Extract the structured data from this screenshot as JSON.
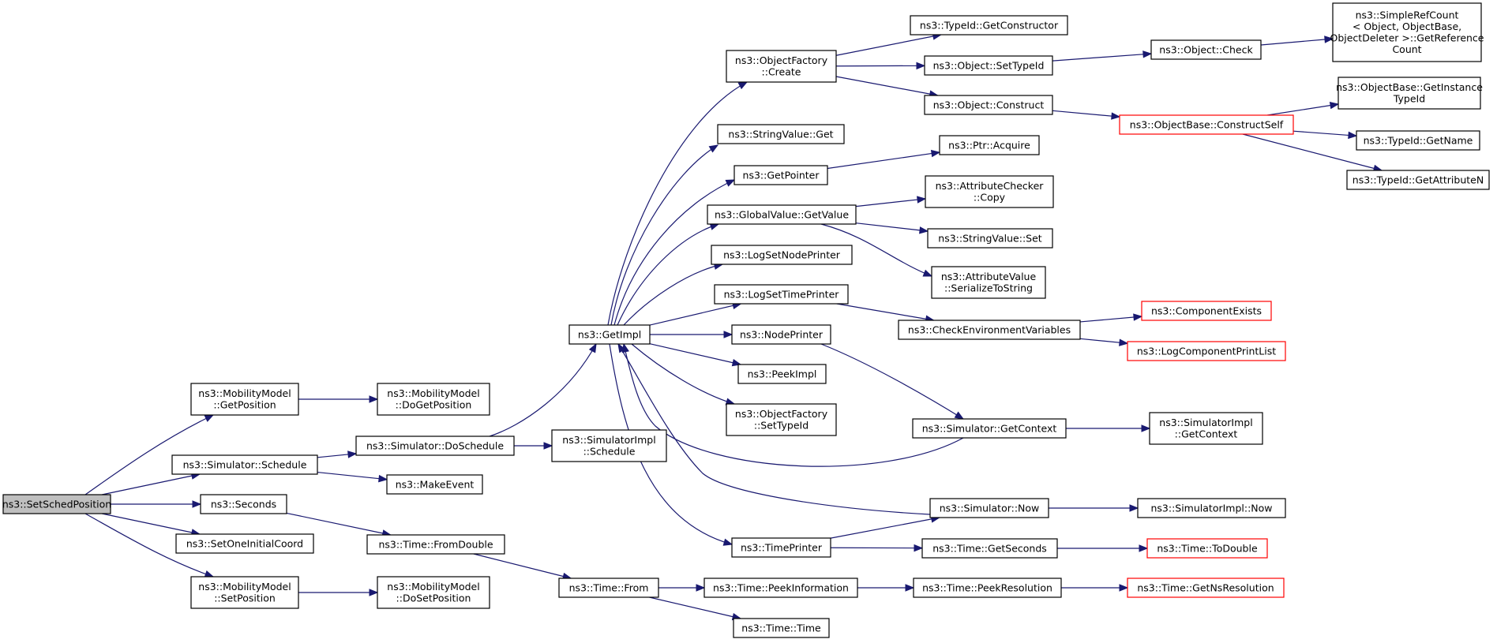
{
  "colors": {
    "edge": "#191970",
    "node_border": "#000000",
    "node_border_truncated": "#ff0000",
    "node_fill": "#ffffff",
    "root_fill": "#bfbfbf",
    "text": "#000000"
  },
  "graph": {
    "root": "SetSchedPosition",
    "nodes": [
      {
        "id": "SetSchedPosition",
        "lines": [
          "ns3::SetSchedPosition"
        ],
        "root": true
      },
      {
        "id": "MM_GetPosition",
        "lines": [
          "ns3::MobilityModel",
          "::GetPosition"
        ]
      },
      {
        "id": "MM_DoGetPosition",
        "lines": [
          "ns3::MobilityModel",
          "::DoGetPosition"
        ]
      },
      {
        "id": "Sim_Schedule",
        "lines": [
          "ns3::Simulator::Schedule"
        ]
      },
      {
        "id": "Sim_DoSchedule",
        "lines": [
          "ns3::Simulator::DoSchedule"
        ]
      },
      {
        "id": "SimImpl_Schedule",
        "lines": [
          "ns3::SimulatorImpl",
          "::Schedule"
        ]
      },
      {
        "id": "MakeEvent",
        "lines": [
          "ns3::MakeEvent"
        ]
      },
      {
        "id": "Seconds",
        "lines": [
          "ns3::Seconds"
        ]
      },
      {
        "id": "SetOneInitialCoord",
        "lines": [
          "ns3::SetOneInitialCoord"
        ]
      },
      {
        "id": "MM_SetPosition",
        "lines": [
          "ns3::MobilityModel",
          "::SetPosition"
        ]
      },
      {
        "id": "MM_DoSetPosition",
        "lines": [
          "ns3::MobilityModel",
          "::DoSetPosition"
        ]
      },
      {
        "id": "Time_FromDouble",
        "lines": [
          "ns3::Time::FromDouble"
        ]
      },
      {
        "id": "Time_From",
        "lines": [
          "ns3::Time::From"
        ]
      },
      {
        "id": "Time_PeekInformation",
        "lines": [
          "ns3::Time::PeekInformation"
        ]
      },
      {
        "id": "Time_Time",
        "lines": [
          "ns3::Time::Time"
        ]
      },
      {
        "id": "Time_PeekResolution",
        "lines": [
          "ns3::Time::PeekResolution"
        ]
      },
      {
        "id": "Time_GetNsResolution",
        "lines": [
          "ns3::Time::GetNsResolution"
        ],
        "truncated": true
      },
      {
        "id": "GetImpl",
        "lines": [
          "ns3::GetImpl"
        ]
      },
      {
        "id": "OF_Create",
        "lines": [
          "ns3::ObjectFactory",
          "::Create"
        ]
      },
      {
        "id": "StringValue_Get",
        "lines": [
          "ns3::StringValue::Get"
        ]
      },
      {
        "id": "GetPointer",
        "lines": [
          "ns3::GetPointer"
        ]
      },
      {
        "id": "GV_GetValue",
        "lines": [
          "ns3::GlobalValue::GetValue"
        ]
      },
      {
        "id": "LogSetNodePrinter",
        "lines": [
          "ns3::LogSetNodePrinter"
        ]
      },
      {
        "id": "LogSetTimePrinter",
        "lines": [
          "ns3::LogSetTimePrinter"
        ]
      },
      {
        "id": "NodePrinter",
        "lines": [
          "ns3::NodePrinter"
        ]
      },
      {
        "id": "PeekImpl",
        "lines": [
          "ns3::PeekImpl"
        ]
      },
      {
        "id": "OF_SetTypeId",
        "lines": [
          "ns3::ObjectFactory",
          "::SetTypeId"
        ]
      },
      {
        "id": "TimePrinter",
        "lines": [
          "ns3::TimePrinter"
        ]
      },
      {
        "id": "TypeId_GetConstructor",
        "lines": [
          "ns3::TypeId::GetConstructor"
        ]
      },
      {
        "id": "Object_SetTypeId",
        "lines": [
          "ns3::Object::SetTypeId"
        ]
      },
      {
        "id": "Object_Construct",
        "lines": [
          "ns3::Object::Construct"
        ]
      },
      {
        "id": "Object_Check",
        "lines": [
          "ns3::Object::Check"
        ]
      },
      {
        "id": "SimpleRefCount_GetReferenceCount",
        "lines": [
          "ns3::SimpleRefCount",
          "< Object, ObjectBase,",
          " ObjectDeleter >::GetReference",
          "Count"
        ]
      },
      {
        "id": "OB_ConstructSelf",
        "lines": [
          "ns3::ObjectBase::ConstructSelf"
        ],
        "truncated": true
      },
      {
        "id": "OB_GetInstanceTypeId",
        "lines": [
          "ns3::ObjectBase::GetInstance",
          "TypeId"
        ]
      },
      {
        "id": "TypeId_GetName",
        "lines": [
          "ns3::TypeId::GetName"
        ]
      },
      {
        "id": "TypeId_GetAttributeN",
        "lines": [
          "ns3::TypeId::GetAttributeN"
        ]
      },
      {
        "id": "Ptr_Acquire",
        "lines": [
          "ns3::Ptr::Acquire"
        ]
      },
      {
        "id": "AttributeChecker_Copy",
        "lines": [
          "ns3::AttributeChecker",
          "::Copy"
        ]
      },
      {
        "id": "StringValue_Set",
        "lines": [
          "ns3::StringValue::Set"
        ]
      },
      {
        "id": "AttributeValue_SerializeToString",
        "lines": [
          "ns3::AttributeValue",
          "::SerializeToString"
        ]
      },
      {
        "id": "CheckEnvironmentVariables",
        "lines": [
          "ns3::CheckEnvironmentVariables"
        ]
      },
      {
        "id": "ComponentExists",
        "lines": [
          "ns3::ComponentExists"
        ],
        "truncated": true
      },
      {
        "id": "LogComponentPrintList",
        "lines": [
          "ns3::LogComponentPrintList"
        ],
        "truncated": true
      },
      {
        "id": "Sim_GetContext",
        "lines": [
          "ns3::Simulator::GetContext"
        ]
      },
      {
        "id": "SimImpl_GetContext",
        "lines": [
          "ns3::SimulatorImpl",
          "::GetContext"
        ]
      },
      {
        "id": "Sim_Now",
        "lines": [
          "ns3::Simulator::Now"
        ]
      },
      {
        "id": "SimImpl_Now",
        "lines": [
          "ns3::SimulatorImpl::Now"
        ]
      },
      {
        "id": "Time_GetSeconds",
        "lines": [
          "ns3::Time::GetSeconds"
        ]
      },
      {
        "id": "Time_ToDouble",
        "lines": [
          "ns3::Time::ToDouble"
        ],
        "truncated": true
      }
    ],
    "edges": [
      [
        "SetSchedPosition",
        "MM_GetPosition"
      ],
      [
        "SetSchedPosition",
        "Sim_Schedule"
      ],
      [
        "SetSchedPosition",
        "Seconds"
      ],
      [
        "SetSchedPosition",
        "SetOneInitialCoord"
      ],
      [
        "SetSchedPosition",
        "MM_SetPosition"
      ],
      [
        "MM_GetPosition",
        "MM_DoGetPosition"
      ],
      [
        "Sim_Schedule",
        "Sim_DoSchedule"
      ],
      [
        "Sim_Schedule",
        "MakeEvent"
      ],
      [
        "Sim_DoSchedule",
        "GetImpl"
      ],
      [
        "Sim_DoSchedule",
        "SimImpl_Schedule"
      ],
      [
        "Seconds",
        "Time_FromDouble"
      ],
      [
        "MM_SetPosition",
        "MM_DoSetPosition"
      ],
      [
        "Time_FromDouble",
        "Time_From"
      ],
      [
        "Time_From",
        "Time_PeekInformation"
      ],
      [
        "Time_From",
        "Time_Time"
      ],
      [
        "Time_PeekInformation",
        "Time_PeekResolution"
      ],
      [
        "Time_PeekResolution",
        "Time_GetNsResolution"
      ],
      [
        "GetImpl",
        "OF_Create"
      ],
      [
        "GetImpl",
        "StringValue_Get"
      ],
      [
        "GetImpl",
        "GetPointer"
      ],
      [
        "GetImpl",
        "GV_GetValue"
      ],
      [
        "GetImpl",
        "LogSetNodePrinter"
      ],
      [
        "GetImpl",
        "LogSetTimePrinter"
      ],
      [
        "GetImpl",
        "NodePrinter"
      ],
      [
        "GetImpl",
        "PeekImpl"
      ],
      [
        "GetImpl",
        "OF_SetTypeId"
      ],
      [
        "GetImpl",
        "TimePrinter"
      ],
      [
        "OF_Create",
        "TypeId_GetConstructor"
      ],
      [
        "OF_Create",
        "Object_SetTypeId"
      ],
      [
        "OF_Create",
        "Object_Construct"
      ],
      [
        "Object_SetTypeId",
        "Object_Check"
      ],
      [
        "Object_Check",
        "SimpleRefCount_GetReferenceCount"
      ],
      [
        "Object_Construct",
        "OB_ConstructSelf"
      ],
      [
        "OB_ConstructSelf",
        "OB_GetInstanceTypeId"
      ],
      [
        "OB_ConstructSelf",
        "TypeId_GetName"
      ],
      [
        "OB_ConstructSelf",
        "TypeId_GetAttributeN"
      ],
      [
        "GetPointer",
        "Ptr_Acquire"
      ],
      [
        "GV_GetValue",
        "AttributeChecker_Copy"
      ],
      [
        "GV_GetValue",
        "StringValue_Set"
      ],
      [
        "GV_GetValue",
        "AttributeValue_SerializeToString"
      ],
      [
        "LogSetTimePrinter",
        "CheckEnvironmentVariables"
      ],
      [
        "CheckEnvironmentVariables",
        "ComponentExists"
      ],
      [
        "CheckEnvironmentVariables",
        "LogComponentPrintList"
      ],
      [
        "NodePrinter",
        "Sim_GetContext"
      ],
      [
        "Sim_GetContext",
        "GetImpl"
      ],
      [
        "Sim_GetContext",
        "SimImpl_GetContext"
      ],
      [
        "Sim_Now",
        "GetImpl"
      ],
      [
        "Sim_Now",
        "SimImpl_Now"
      ],
      [
        "TimePrinter",
        "Sim_Now"
      ],
      [
        "TimePrinter",
        "Time_GetSeconds"
      ],
      [
        "Time_GetSeconds",
        "Time_ToDouble"
      ]
    ]
  }
}
